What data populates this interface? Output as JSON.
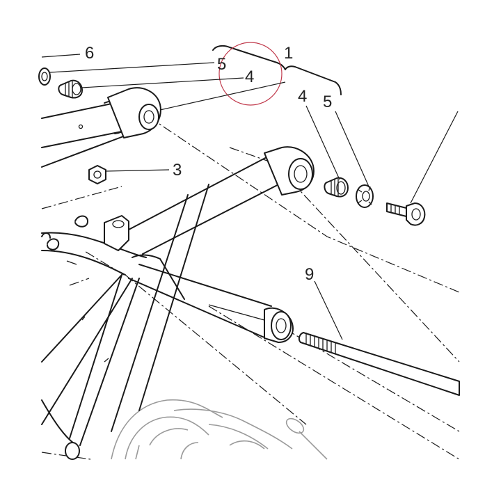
{
  "callouts": {
    "c1": "1",
    "c3": "3",
    "c4a": "4",
    "c4b": "4",
    "c5a": "5",
    "c5b": "5",
    "c6": "6",
    "c9": "9"
  },
  "colors": {
    "line": "#1a1a1a",
    "highlight_circle": "#c0394b"
  }
}
